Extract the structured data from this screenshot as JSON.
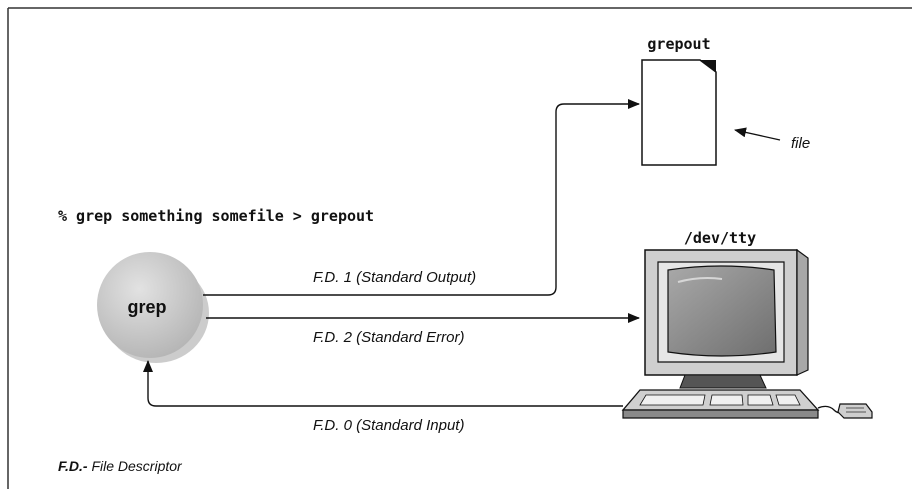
{
  "command": "% grep something somefile > grepout",
  "file": {
    "name": "grepout",
    "pointer_label": "file"
  },
  "terminal": {
    "name": "/dev/tty"
  },
  "process": {
    "name": "grep"
  },
  "streams": {
    "stdout": "F.D. 1  (Standard Output)",
    "stderr": "F.D. 2  (Standard Error)",
    "stdin": "F.D. 0  (Standard Input)"
  },
  "legend": {
    "term": "F.D.-",
    "definition": " File Descriptor"
  },
  "colors": {
    "frame": "#333333",
    "process_fill": "#c8c8c8",
    "monitor_fill": "#cfcfcf",
    "screen_fill": "#8a8a8a",
    "line": "#111111"
  }
}
